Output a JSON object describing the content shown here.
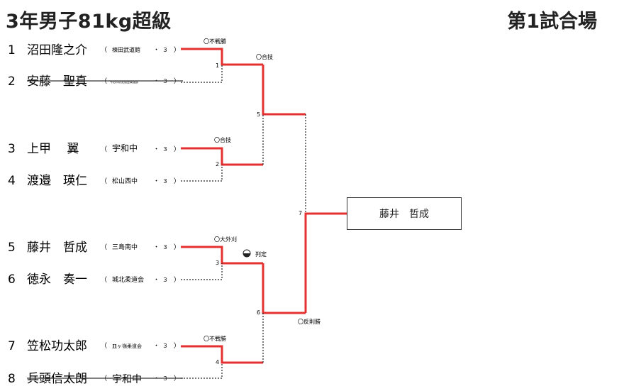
{
  "header": {
    "title": "3年男子81kg超級",
    "venue": "第1試合場"
  },
  "players": [
    {
      "seed": "1",
      "name": "沼田隆之介",
      "team": "楝田武道館",
      "grade": "３",
      "withdrawn": false
    },
    {
      "seed": "2",
      "name": "安藤　聖真",
      "team": "今治市防犯協会柔道部",
      "grade": "３",
      "withdrawn": true
    },
    {
      "seed": "3",
      "name": "上甲　 翼",
      "team": "宇和中",
      "grade": "３",
      "withdrawn": false
    },
    {
      "seed": "4",
      "name": "渡邉　瑛仁",
      "team": "松山西中",
      "grade": "３",
      "withdrawn": false
    },
    {
      "seed": "5",
      "name": "藤井　哲成",
      "team": "三島南中",
      "grade": "３",
      "withdrawn": false
    },
    {
      "seed": "6",
      "name": "徳永　奏一",
      "team": "城北柔道会",
      "grade": "３",
      "withdrawn": false
    },
    {
      "seed": "7",
      "name": "笠松功太郎",
      "team": "皿ヶ嶺柔道会",
      "grade": "３",
      "withdrawn": false
    },
    {
      "seed": "8",
      "name": "兵頭信太朗",
      "team": "宇和中",
      "grade": "３",
      "withdrawn": true
    }
  ],
  "paren_open": "（",
  "paren_close": "）",
  "dot": "・",
  "matches": [
    {
      "no": "1",
      "result": "〇不戦勝"
    },
    {
      "no": "2",
      "result": "〇合技"
    },
    {
      "no": "3",
      "result": "〇大外刈"
    },
    {
      "no": "4",
      "result": "〇不戦勝"
    },
    {
      "no": "5",
      "result": "〇合技"
    },
    {
      "no": "6",
      "result": "判定"
    },
    {
      "no": "7",
      "result": "〇反則勝"
    }
  ],
  "winner": "藤井　哲成",
  "colors": {
    "win_line": "#e53030",
    "lose_line": "#222222"
  }
}
